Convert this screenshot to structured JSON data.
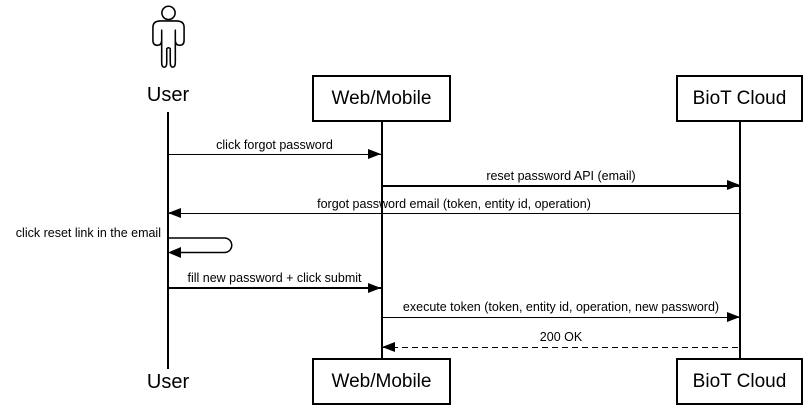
{
  "diagram_type": "uml-sequence",
  "participants": [
    {
      "id": "user",
      "label": "User",
      "kind": "actor"
    },
    {
      "id": "web",
      "label": "Web/Mobile",
      "kind": "box"
    },
    {
      "id": "biot",
      "label": "BioT Cloud",
      "kind": "box"
    }
  ],
  "messages": [
    {
      "label": "click forgot password",
      "from": "User",
      "to": "Web/Mobile",
      "line": "solid"
    },
    {
      "label": "reset password API (email)",
      "from": "Web/Mobile",
      "to": "BioT Cloud",
      "line": "solid"
    },
    {
      "label": "forgot password email (token, entity id, operation)",
      "from": "BioT Cloud",
      "to": "User",
      "line": "solid"
    },
    {
      "label": "click reset link in the email",
      "from": "User",
      "to": "User",
      "line": "self"
    },
    {
      "label": "fill new password + click submit",
      "from": "User",
      "to": "Web/Mobile",
      "line": "solid"
    },
    {
      "label": "execute token (token, entity id, operation, new password)",
      "from": "Web/Mobile",
      "to": "BioT Cloud",
      "line": "solid"
    },
    {
      "label": "200 OK",
      "from": "BioT Cloud",
      "to": "Web/Mobile",
      "line": "dashed"
    }
  ],
  "colors": {
    "line": "#000000",
    "background": "#ffffff"
  }
}
